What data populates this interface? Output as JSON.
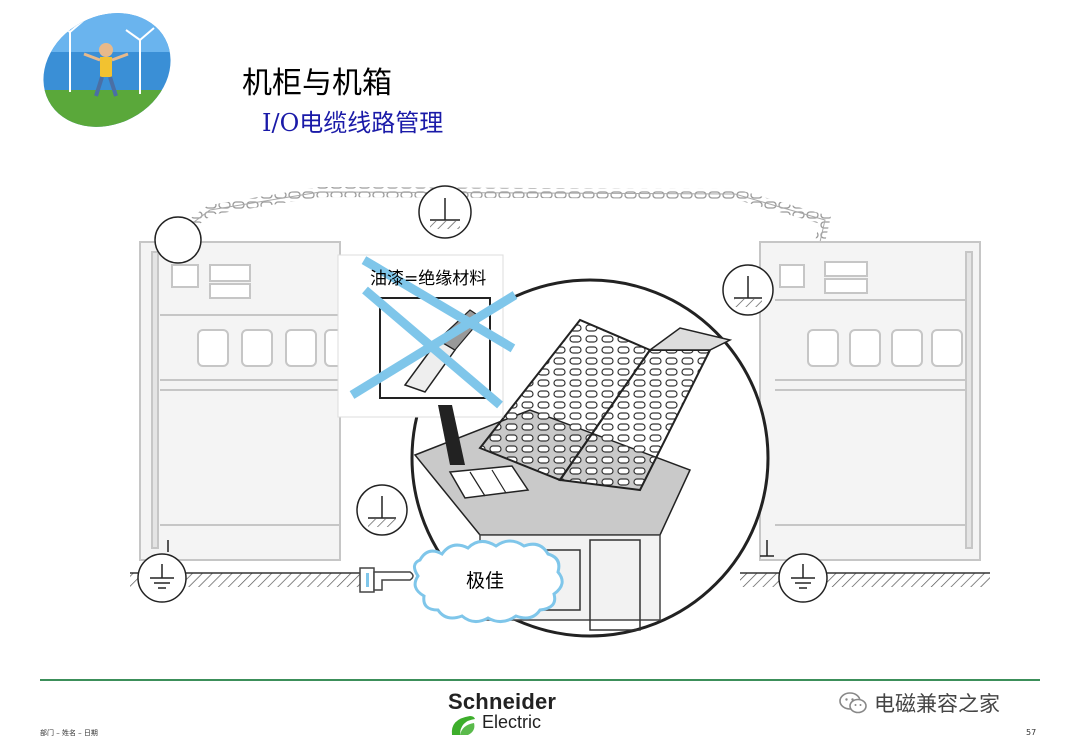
{
  "slide": {
    "title": "机柜与机箱",
    "subtitle": "I/O电缆线路管理",
    "callout_paint": "油漆=绝缘材料",
    "callout_good": "极佳",
    "footer_left": "部门 – 姓名 – 日期",
    "page_number": "57"
  },
  "brand": {
    "name": "Schneider",
    "sub": "Electric",
    "color": "#3dae2b"
  },
  "watermark": {
    "text": "电磁兼容之家",
    "icon": "wechat-icon"
  },
  "colors": {
    "title_blue": "#1a1aa8",
    "callout_blue": "#7fc6ea",
    "footer_green": "#3c8f5a"
  }
}
